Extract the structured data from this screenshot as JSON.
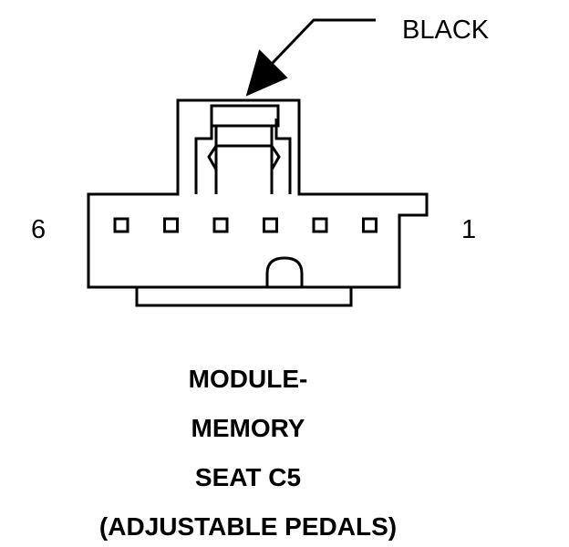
{
  "connector": {
    "color_label": "BLACK",
    "pin_left_label": "6",
    "pin_right_label": "1",
    "cavity_count": 6
  },
  "caption": {
    "lines": [
      "MODULE-",
      "MEMORY",
      "SEAT C5",
      "(ADJUSTABLE PEDALS)"
    ]
  },
  "colors": {
    "line": "#000000",
    "background": "#ffffff"
  }
}
